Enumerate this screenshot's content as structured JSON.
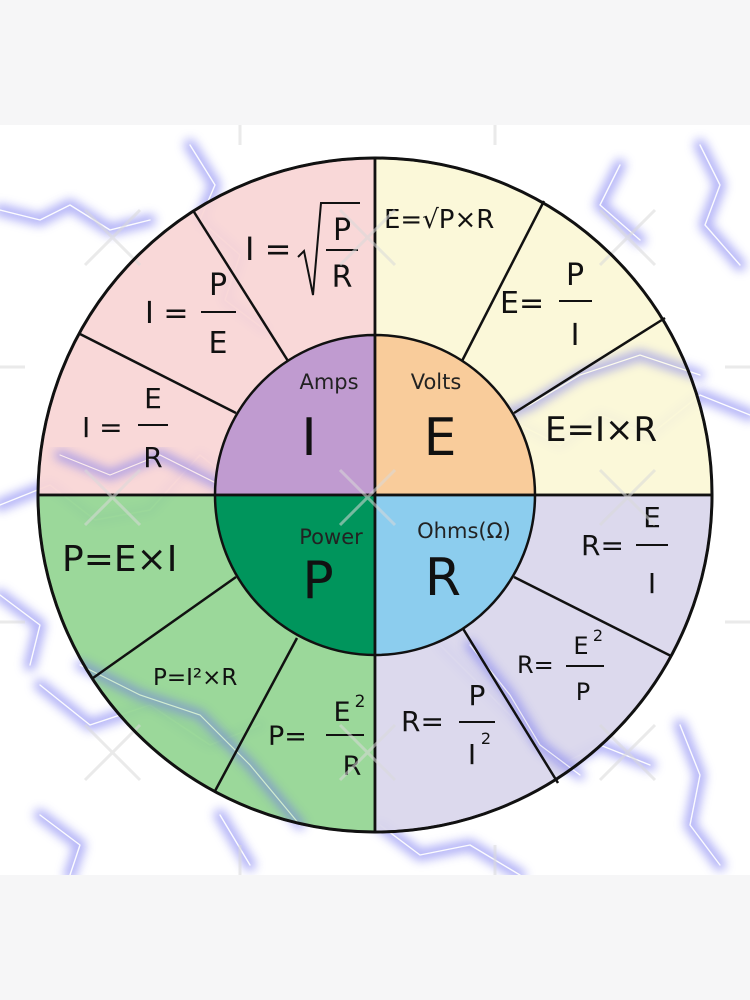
{
  "colors": {
    "page_background": "#f6f6f7",
    "current_quadrant": "#f9d5d5",
    "voltage_quadrant": "#fbf7d6",
    "power_quadrant": "#93d592",
    "resistance_quadrant": "#d9d6ec",
    "current_center": "#c09bd0",
    "voltage_center": "#f9cc9b",
    "power_center": "#00955c",
    "resistance_center": "#8ccdee",
    "lightning": "#6f6ff0",
    "outline": "#111111"
  },
  "centers": {
    "current": {
      "unit": "Amps",
      "symbol": "I"
    },
    "voltage": {
      "unit": "Volts",
      "symbol": "E"
    },
    "power": {
      "unit": "Power",
      "symbol": "P"
    },
    "resistance": {
      "unit": "Ohms(Ω)",
      "symbol": "R"
    }
  },
  "formulas": {
    "current": [
      {
        "lhs": "I =",
        "num": "P",
        "den": "R",
        "note": "square root"
      },
      {
        "lhs": "I =",
        "num": "P",
        "den": "E"
      },
      {
        "lhs": "I =",
        "num": "E",
        "den": "R"
      }
    ],
    "voltage": [
      {
        "text": "E=√P×R"
      },
      {
        "lhs": "E=",
        "num": "P",
        "den": "I"
      },
      {
        "text": "E=I×R"
      }
    ],
    "resistance": [
      {
        "lhs": "R=",
        "num": "E",
        "den": "I"
      },
      {
        "lhs": "R=",
        "num": "E",
        "num_exp": "2",
        "den": "P"
      },
      {
        "lhs": "R=",
        "num": "P",
        "den": "I",
        "den_exp": "2"
      }
    ],
    "power": [
      {
        "lhs": "P=",
        "num": "E",
        "num_exp": "2",
        "den": "R"
      },
      {
        "text": "P=I²×R"
      },
      {
        "text": "P=E×I"
      }
    ]
  },
  "watermark": {
    "shape": "x-cross-grid",
    "color": "#d9d9d9"
  }
}
